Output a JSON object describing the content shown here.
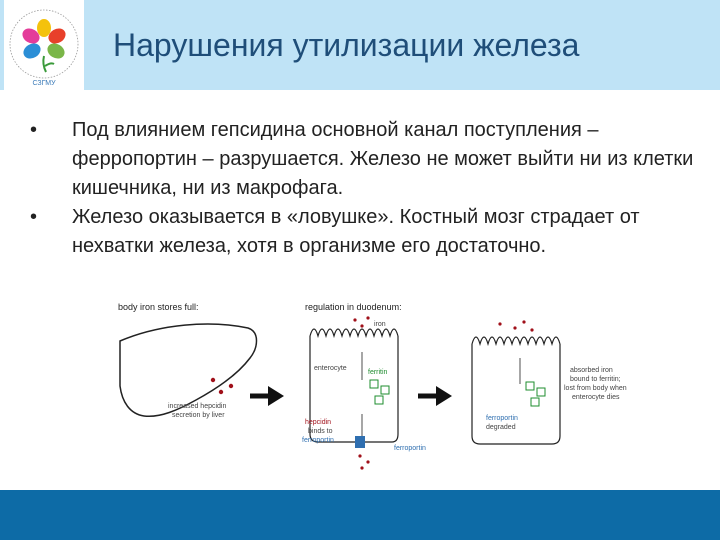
{
  "slide": {
    "title": "Нарушения утилизации железа",
    "bullets": [
      "Под влиянием гепсидина основной канал поступления – ферропортин – разрушается. Железо не может выйти ни из клетки кишечника, ни из макрофага.",
      "Железо оказывается в «ловушке». Костный мозг страдает от нехватки железа, хотя в организме его достаточно."
    ],
    "bullet_symbol": "•"
  },
  "logo": {
    "text": "СЗГМУ"
  },
  "figure": {
    "label_stores": "body iron stores full:",
    "label_regulation": "regulation in duodenum:",
    "liver_line1": "increased hepcidin",
    "liver_line2": "secretion by liver",
    "iron": "iron",
    "enterocyte": "enterocyte",
    "ferritin": "ferritin",
    "hepcidin": "hepcidin",
    "binds_to": "binds to",
    "ferroportin_short": "ferroportin",
    "ferroportin_right": "ferroportin",
    "ferroportin_degraded": "ferroportin",
    "degraded": "degraded",
    "absorbed1": "absorbed iron",
    "absorbed2": "bound to ferritin;",
    "absorbed3": "lost from body when",
    "absorbed4": "enterocyte dies"
  },
  "colors": {
    "title_bar": "#bfe3f6",
    "title_text": "#1f4e79",
    "bottom_bar": "#0d6ba6",
    "iron_red": "#a0101a",
    "ferritin_green": "#1e8c2e",
    "protein_blue": "#2f6fb0"
  }
}
